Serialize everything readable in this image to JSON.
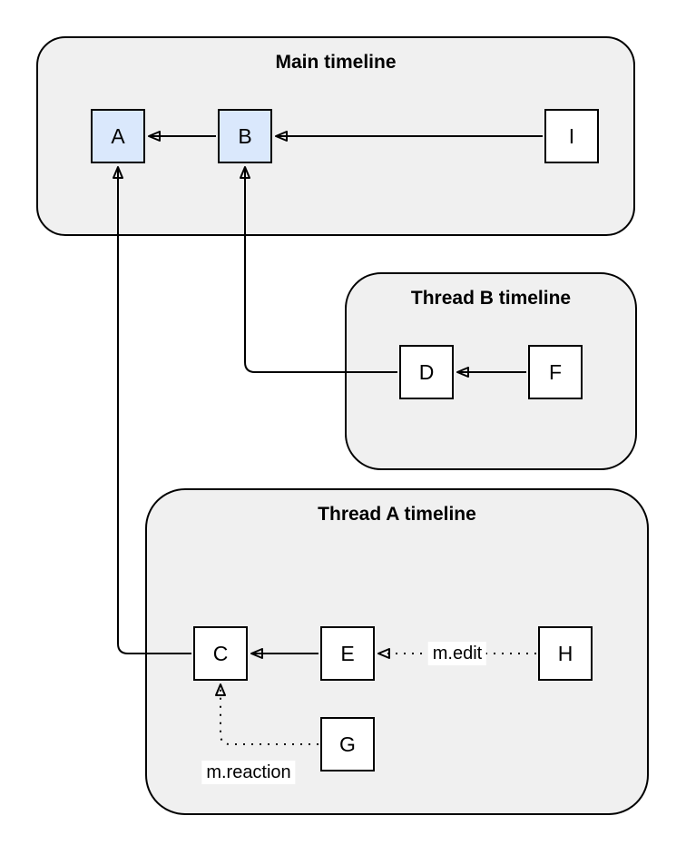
{
  "diagram": {
    "containers": [
      {
        "id": "main",
        "title": "Main timeline"
      },
      {
        "id": "thread-b",
        "title": "Thread B timeline"
      },
      {
        "id": "thread-a",
        "title": "Thread A timeline"
      }
    ],
    "nodes": [
      {
        "id": "A",
        "label": "A",
        "fill": "#dae8fc",
        "container": "main"
      },
      {
        "id": "B",
        "label": "B",
        "fill": "#dae8fc",
        "container": "main"
      },
      {
        "id": "I",
        "label": "I",
        "fill": "#ffffff",
        "container": "main"
      },
      {
        "id": "D",
        "label": "D",
        "fill": "#ffffff",
        "container": "thread-b"
      },
      {
        "id": "F",
        "label": "F",
        "fill": "#ffffff",
        "container": "thread-b"
      },
      {
        "id": "C",
        "label": "C",
        "fill": "#ffffff",
        "container": "thread-a"
      },
      {
        "id": "E",
        "label": "E",
        "fill": "#ffffff",
        "container": "thread-a"
      },
      {
        "id": "H",
        "label": "H",
        "fill": "#ffffff",
        "container": "thread-a"
      },
      {
        "id": "G",
        "label": "G",
        "fill": "#ffffff",
        "container": "thread-a"
      }
    ],
    "edges": [
      {
        "from": "B",
        "to": "A",
        "style": "solid"
      },
      {
        "from": "I",
        "to": "B",
        "style": "solid"
      },
      {
        "from": "F",
        "to": "D",
        "style": "solid"
      },
      {
        "from": "D",
        "to": "B",
        "style": "solid"
      },
      {
        "from": "E",
        "to": "C",
        "style": "solid"
      },
      {
        "from": "H",
        "to": "E",
        "style": "dotted",
        "label": "m.edit"
      },
      {
        "from": "G",
        "to": "C",
        "style": "dotted",
        "label": "m.reaction"
      },
      {
        "from": "C",
        "to": "A",
        "style": "solid"
      }
    ],
    "colors": {
      "background": "#ffffff",
      "container_fill": "#f0f0f0",
      "node_highlight_fill": "#dae8fc",
      "node_default_fill": "#ffffff",
      "stroke": "#000000"
    }
  }
}
